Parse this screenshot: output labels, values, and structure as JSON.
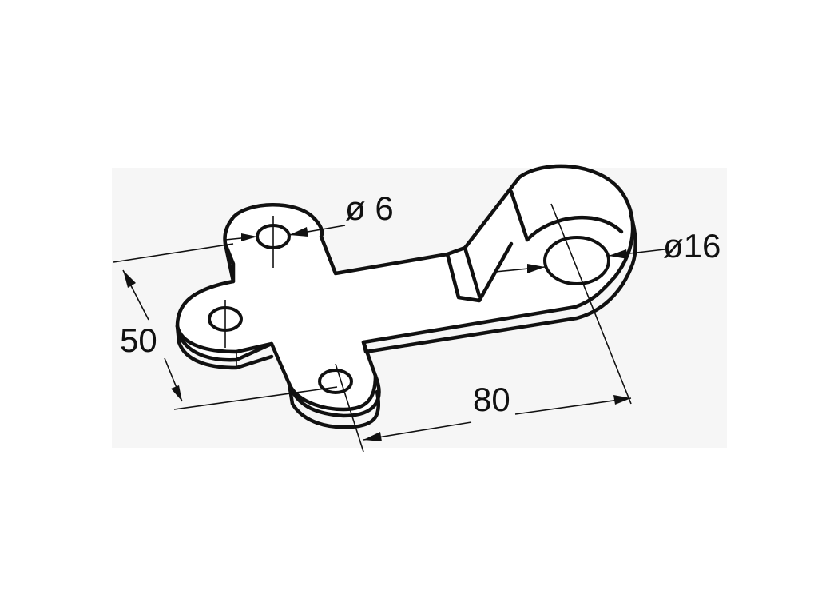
{
  "dimensions": {
    "small_hole_diameter": "ø 6",
    "large_hole_diameter": "ø16",
    "overall_width": "50",
    "overall_length": "80"
  }
}
